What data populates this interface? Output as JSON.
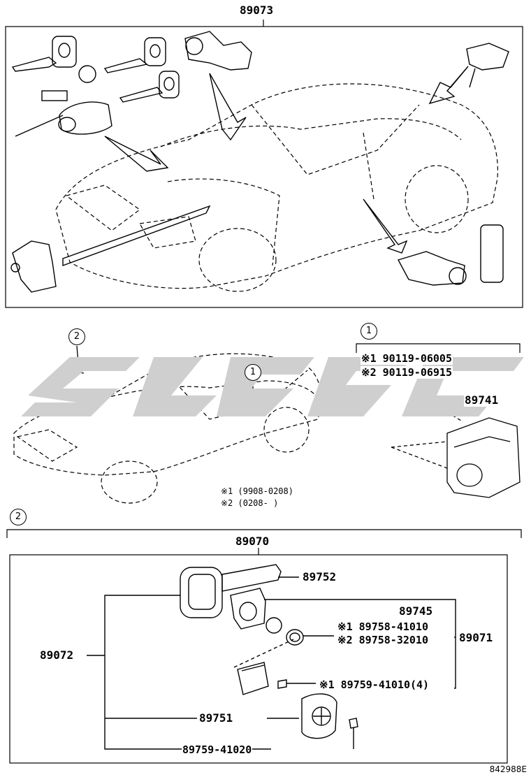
{
  "top_group": {
    "part": "89073"
  },
  "middle": {
    "callout_1": "1",
    "callout_2": "2",
    "bolt_1": "※1 90119-06005",
    "bolt_2": "※2 90119-06915",
    "ecu": "89741",
    "note_1": "※1 (9908-0208)",
    "note_2": "※2 (0208-     )"
  },
  "bottom": {
    "section": "2",
    "group": "89070",
    "left_group": "89072",
    "right_group": "89071",
    "parts": [
      "89752",
      "89745",
      "※1 89758-41010",
      "※2 89758-32010",
      "※1 89759-41010(4)",
      "89751",
      "89759-41020"
    ]
  },
  "figure_code": "842988E"
}
